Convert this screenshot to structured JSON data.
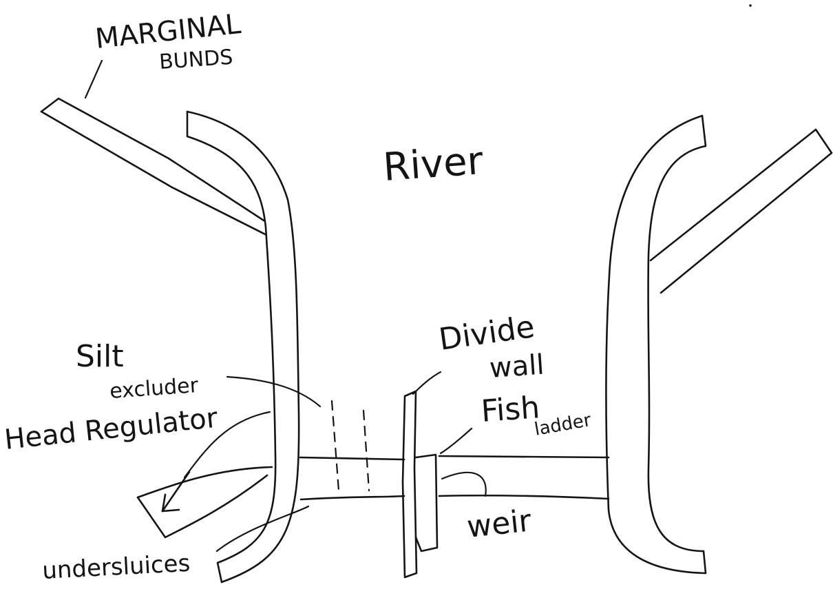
{
  "labels": {
    "marginal_bunds_line1": "MARGINAL",
    "marginal_bunds_line2": "BUNDS",
    "river": "River",
    "silt_excluder_line1": "Silt",
    "silt_excluder_line2": "excluder",
    "head_regulator": "Head Regulator",
    "divide_wall_line1": "Divide",
    "divide_wall_line2": "wall",
    "fish_ladder_line1": "Fish",
    "fish_ladder_line2": "ladder",
    "weir": "weir",
    "undersluices": "undersluices"
  }
}
